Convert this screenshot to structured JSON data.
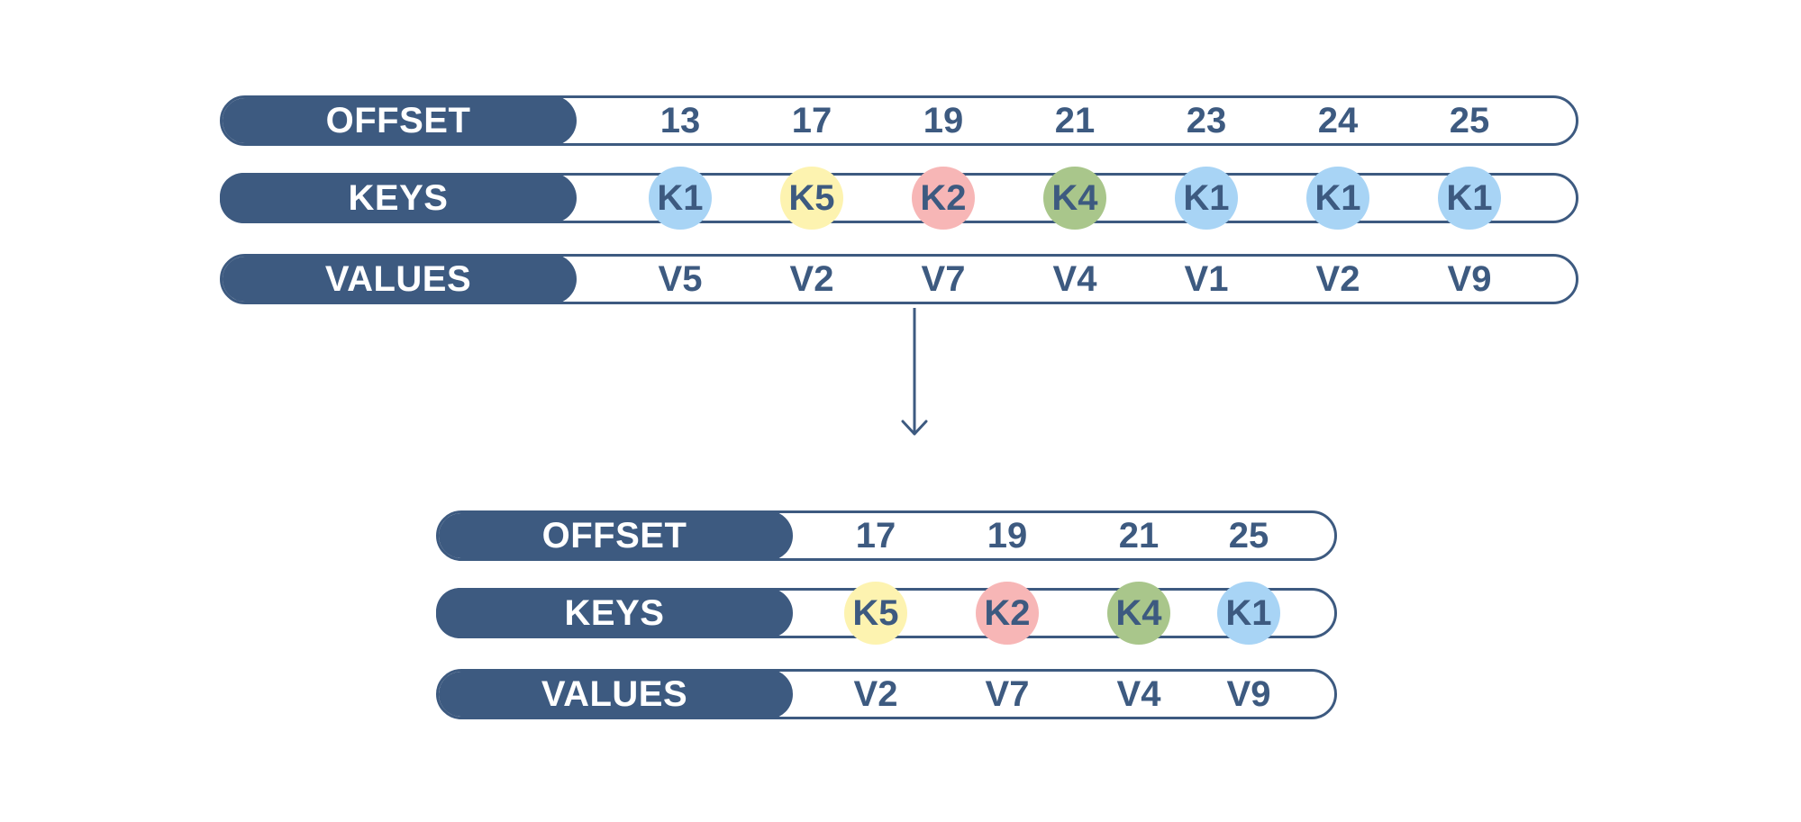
{
  "colors": {
    "primary": "#3d5a80",
    "K1": "#a8d4f5",
    "K2": "#f7b6b6",
    "K4": "#a9c68b",
    "K5": "#fdf3b0"
  },
  "before": {
    "labels": {
      "offset": "OFFSET",
      "keys": "KEYS",
      "values": "VALUES"
    },
    "offsets": [
      "13",
      "17",
      "19",
      "21",
      "23",
      "24",
      "25"
    ],
    "keys": [
      "K1",
      "K5",
      "K2",
      "K4",
      "K1",
      "K1",
      "K1"
    ],
    "values": [
      "V5",
      "V2",
      "V7",
      "V4",
      "V1",
      "V2",
      "V9"
    ]
  },
  "arrow": {
    "icon": "arrow-down-icon"
  },
  "after": {
    "labels": {
      "offset": "OFFSET",
      "keys": "KEYS",
      "values": "VALUES"
    },
    "offsets": [
      "17",
      "19",
      "21",
      "25"
    ],
    "keys": [
      "K5",
      "K2",
      "K4",
      "K1"
    ],
    "values": [
      "V2",
      "V7",
      "V4",
      "V9"
    ]
  }
}
